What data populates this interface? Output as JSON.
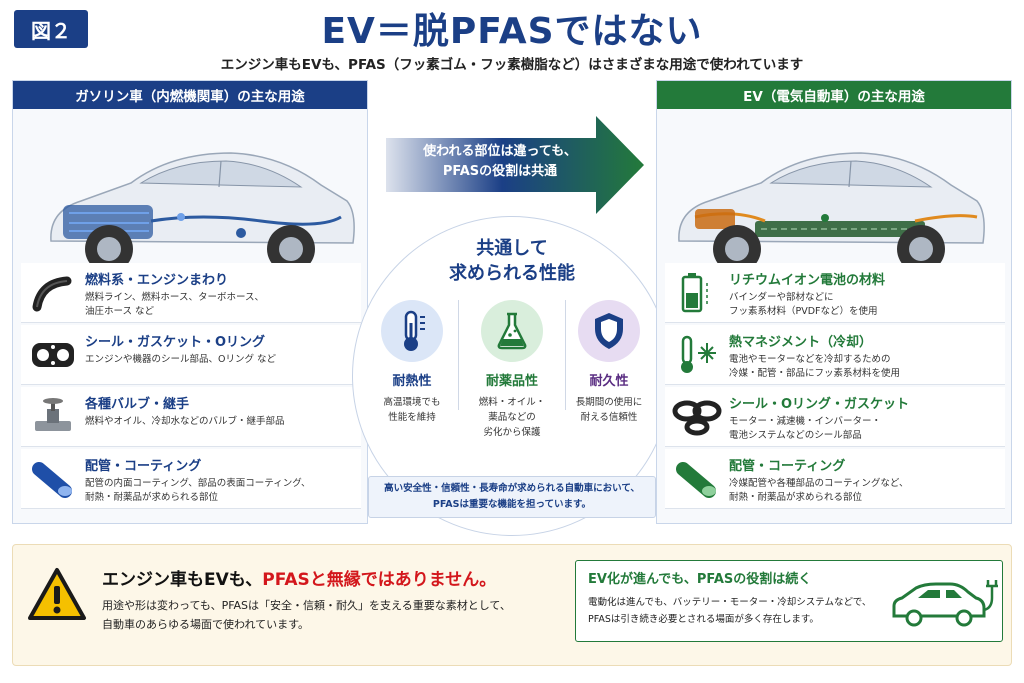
{
  "header": {
    "badge": "図２",
    "title": "EV＝脱PFASではない",
    "subtitle": "エンジン車もEVも、PFAS（フッ素ゴム・フッ素樹脂など）はさまざまな用途で使われています"
  },
  "left_panel": {
    "title": "ガソリン車（内燃機関車）の主な用途",
    "items": [
      {
        "title": "燃料系・エンジンまわり",
        "line1": "燃料ライン、燃料ホース、ターボホース、",
        "line2": "油圧ホース など",
        "icon": "hose-icon"
      },
      {
        "title": "シール・ガスケット・Oリング",
        "line1": "エンジンや機器のシール部品、Oリング など",
        "line2": "",
        "icon": "gasket-icon"
      },
      {
        "title": "各種バルブ・継手",
        "line1": "燃料やオイル、冷却水などのバルブ・継手部品",
        "line2": "",
        "icon": "valve-icon"
      },
      {
        "title": "配管・コーティング",
        "line1": "配管の内面コーティング、部品の表面コーティング、",
        "line2": "耐熱・耐薬品が求められる部位",
        "icon": "pipe-icon"
      }
    ]
  },
  "right_panel": {
    "title": "EV（電気自動車）の主な用途",
    "items": [
      {
        "title": "リチウムイオン電池の材料",
        "line1": "バインダーや部材などに",
        "line2": "フッ素系材料（PVDFなど）を使用",
        "icon": "battery-icon"
      },
      {
        "title": "熱マネジメント（冷却）",
        "line1": "電池やモーターなどを冷却するための",
        "line2": "冷媒・配管・部品にフッ素系材料を使用",
        "icon": "thermometer-snowflake-icon"
      },
      {
        "title": "シール・Oリング・ガスケット",
        "line1": "モーター・減速機・インバーター・",
        "line2": "電池システムなどのシール部品",
        "icon": "o-ring-icon"
      },
      {
        "title": "配管・コーティング",
        "line1": "冷媒配管や各種部品のコーティングなど、",
        "line2": "耐熱・耐薬品が求められる部位",
        "icon": "pipe-icon"
      }
    ]
  },
  "arrow": {
    "line1": "使われる部位は違っても、",
    "line2": "PFASの役割は共通"
  },
  "center": {
    "title_line1": "共通して",
    "title_line2": "求められる性能",
    "properties": [
      {
        "label": "耐熱性",
        "line1": "高温環境でも",
        "line2": "性能を維持",
        "line3": "",
        "icon": "thermometer-icon",
        "color": "#1b3f86"
      },
      {
        "label": "耐薬品性",
        "line1": "燃料・オイル・",
        "line2": "薬品などの",
        "line3": "劣化から保護",
        "icon": "flask-icon",
        "color": "#237a3a"
      },
      {
        "label": "耐久性",
        "line1": "長期間の使用に",
        "line2": "耐える信頼性",
        "line3": "",
        "icon": "shield-icon",
        "color": "#5a2d82"
      }
    ],
    "note_line1": "高い安全性・信頼性・長寿命が求められる自動車において、",
    "note_line2": "PFASは重要な機能を担っています。"
  },
  "bottom": {
    "warn_title_a": "エンジン車もEVも、",
    "warn_title_b": "PFASと無縁ではありません。",
    "warn_line1": "用途や形は変わっても、PFASは「安全・信頼・耐久」を支える重要な素材として、",
    "warn_line2": "自動車のあらゆる場面で使われています。",
    "ev_title": "EV化が進んでも、PFASの役割は続く",
    "ev_line1": "電動化は進んでも、バッテリー・モーター・冷却システムなどで、",
    "ev_line2": "PFASは引き続き必要とされる場面が多く存在します。"
  },
  "colors": {
    "navy": "#1b3f86",
    "green": "#237a3a",
    "red": "#d3171c",
    "purple": "#5a2d82"
  }
}
